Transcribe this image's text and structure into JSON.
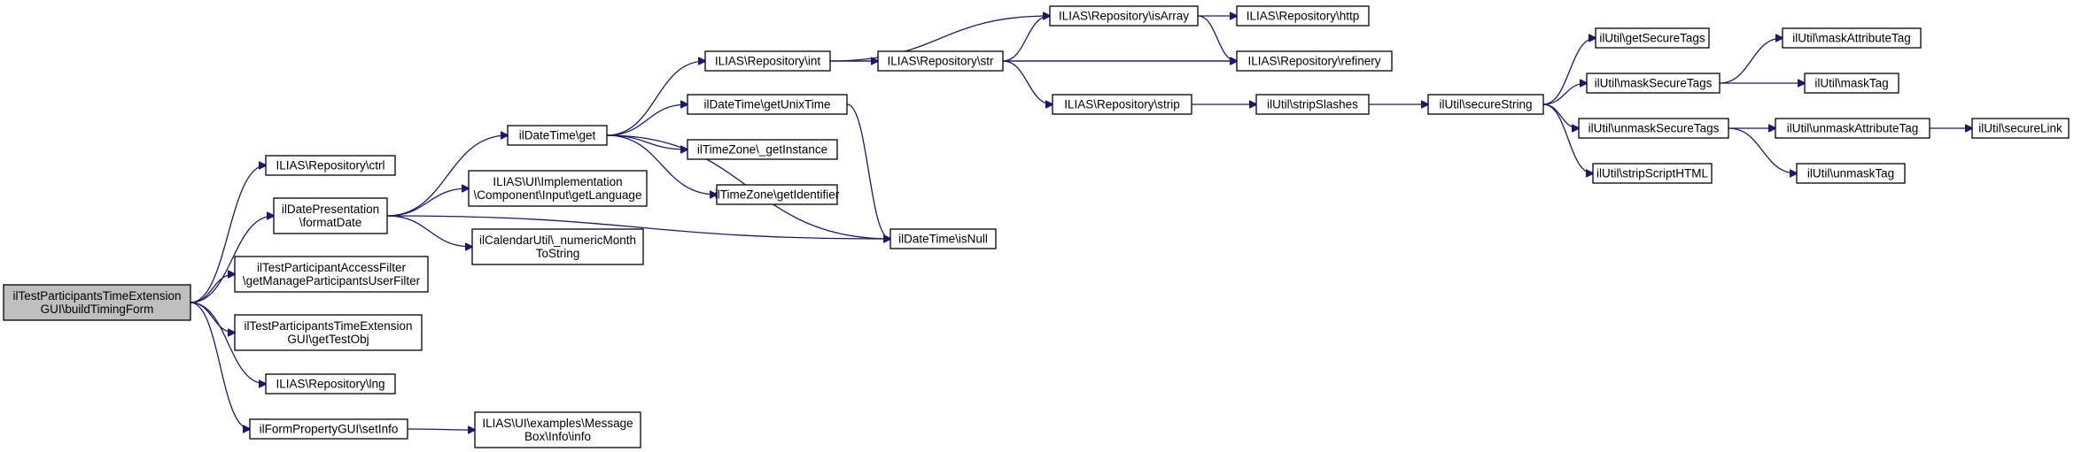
{
  "graph": {
    "root": "n0",
    "nodes": [
      {
        "id": "n0",
        "lines": [
          "ilTestParticipantsTimeExtension",
          "GUI\\buildTimingForm"
        ],
        "root": true
      },
      {
        "id": "n1",
        "lines": [
          "ILIAS\\Repository\\ctrl"
        ]
      },
      {
        "id": "n2",
        "lines": [
          "ilDatePresentation",
          "\\formatDate"
        ]
      },
      {
        "id": "n3",
        "lines": [
          "ilTestParticipantAccessFilter",
          "\\getManageParticipantsUserFilter"
        ]
      },
      {
        "id": "n4",
        "lines": [
          "ilTestParticipantsTimeExtension",
          "GUI\\getTestObj"
        ]
      },
      {
        "id": "n5",
        "lines": [
          "ILIAS\\Repository\\lng"
        ]
      },
      {
        "id": "n6",
        "lines": [
          "ilFormPropertyGUI\\setInfo"
        ]
      },
      {
        "id": "n7",
        "lines": [
          "ilDateTime\\get"
        ]
      },
      {
        "id": "n8",
        "lines": [
          "ILIAS\\UI\\Implementation",
          "\\Component\\Input\\getLanguage"
        ]
      },
      {
        "id": "n9",
        "lines": [
          "ilCalendarUtil\\_numericMonth",
          "ToString"
        ]
      },
      {
        "id": "n10",
        "lines": [
          "ilDateTime\\isNull"
        ]
      },
      {
        "id": "n11",
        "lines": [
          "ILIAS\\Repository\\int"
        ]
      },
      {
        "id": "n12",
        "lines": [
          "ilDateTime\\getUnixTime"
        ]
      },
      {
        "id": "n13",
        "lines": [
          "ilTimeZone\\_getInstance"
        ]
      },
      {
        "id": "n14",
        "lines": [
          "ilTimeZone\\getIdentifier"
        ]
      },
      {
        "id": "n15",
        "lines": [
          "ILIAS\\Repository\\isArray"
        ]
      },
      {
        "id": "n16",
        "lines": [
          "ILIAS\\Repository\\str"
        ]
      },
      {
        "id": "n17",
        "lines": [
          "ILIAS\\Repository\\refinery"
        ]
      },
      {
        "id": "n18",
        "lines": [
          "ILIAS\\Repository\\http"
        ]
      },
      {
        "id": "n19",
        "lines": [
          "ILIAS\\Repository\\strip"
        ]
      },
      {
        "id": "n20",
        "lines": [
          "ilUtil\\stripSlashes"
        ]
      },
      {
        "id": "n21",
        "lines": [
          "ilUtil\\secureString"
        ]
      },
      {
        "id": "n22",
        "lines": [
          "ilUtil\\getSecureTags"
        ]
      },
      {
        "id": "n23",
        "lines": [
          "ilUtil\\maskSecureTags"
        ]
      },
      {
        "id": "n24",
        "lines": [
          "ilUtil\\unmaskSecureTags"
        ]
      },
      {
        "id": "n25",
        "lines": [
          "ilUtil\\stripScriptHTML"
        ]
      },
      {
        "id": "n26",
        "lines": [
          "ilUtil\\maskAttributeTag"
        ]
      },
      {
        "id": "n27",
        "lines": [
          "ilUtil\\maskTag"
        ]
      },
      {
        "id": "n28",
        "lines": [
          "ilUtil\\unmaskAttributeTag"
        ]
      },
      {
        "id": "n29",
        "lines": [
          "ilUtil\\unmaskTag"
        ]
      },
      {
        "id": "n30",
        "lines": [
          "ilUtil\\secureLink"
        ]
      },
      {
        "id": "n31",
        "lines": [
          "ILIAS\\UI\\examples\\Message",
          "Box\\Info\\info"
        ]
      }
    ],
    "edges": [
      [
        "n0",
        "n1"
      ],
      [
        "n0",
        "n2"
      ],
      [
        "n0",
        "n3"
      ],
      [
        "n0",
        "n4"
      ],
      [
        "n0",
        "n5"
      ],
      [
        "n0",
        "n6"
      ],
      [
        "n2",
        "n7"
      ],
      [
        "n2",
        "n8"
      ],
      [
        "n2",
        "n9"
      ],
      [
        "n2",
        "n10"
      ],
      [
        "n7",
        "n11"
      ],
      [
        "n7",
        "n12"
      ],
      [
        "n7",
        "n13"
      ],
      [
        "n7",
        "n14"
      ],
      [
        "n7",
        "n10"
      ],
      [
        "n12",
        "n10"
      ],
      [
        "n11",
        "n15"
      ],
      [
        "n11",
        "n16"
      ],
      [
        "n11",
        "n17"
      ],
      [
        "n15",
        "n18"
      ],
      [
        "n15",
        "n17"
      ],
      [
        "n16",
        "n15"
      ],
      [
        "n16",
        "n17"
      ],
      [
        "n16",
        "n19"
      ],
      [
        "n19",
        "n20"
      ],
      [
        "n20",
        "n21"
      ],
      [
        "n21",
        "n22"
      ],
      [
        "n21",
        "n23"
      ],
      [
        "n21",
        "n24"
      ],
      [
        "n21",
        "n25"
      ],
      [
        "n23",
        "n26"
      ],
      [
        "n23",
        "n27"
      ],
      [
        "n24",
        "n28"
      ],
      [
        "n24",
        "n29"
      ],
      [
        "n28",
        "n30"
      ],
      [
        "n6",
        "n31"
      ]
    ],
    "colors": {
      "edge": "#191970",
      "node_border": "#000000",
      "root_fill": "#bfbfbf",
      "node_fill": "#ffffff"
    }
  }
}
